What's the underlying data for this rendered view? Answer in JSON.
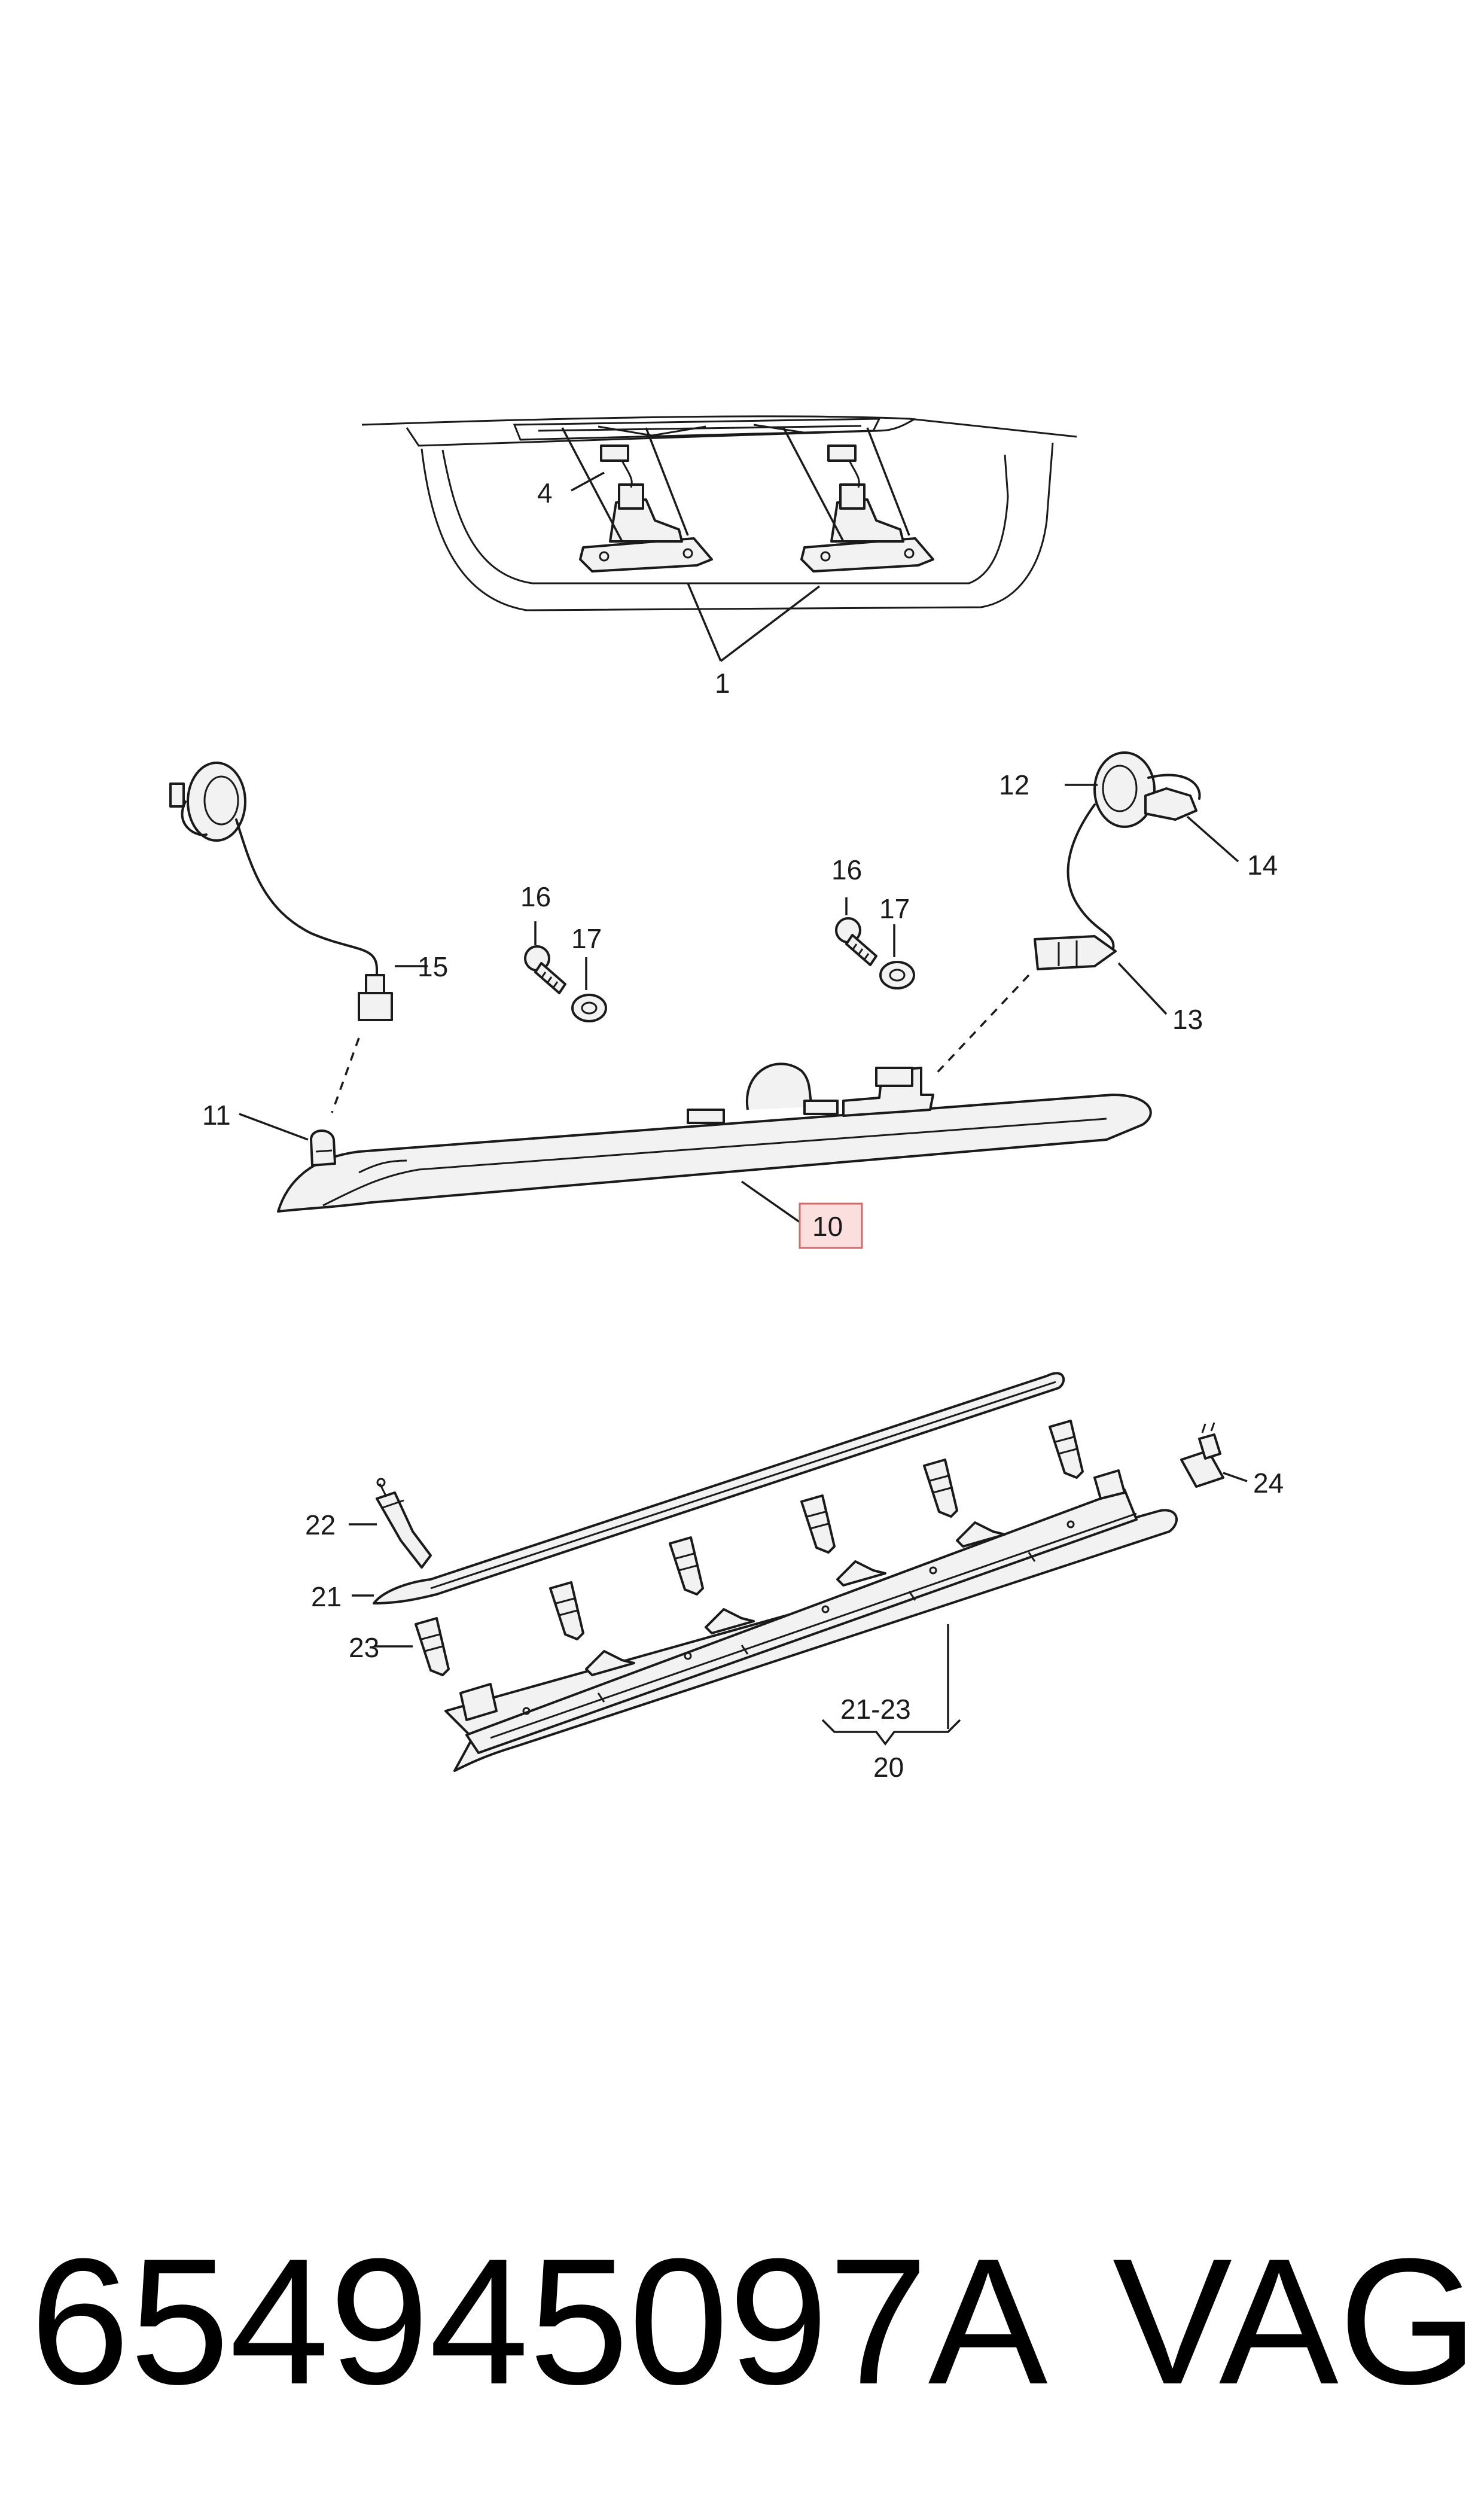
{
  "callouts": {
    "c1": "1",
    "c4": "4",
    "c10": "10",
    "c11": "11",
    "c12": "12",
    "c13": "13",
    "c14": "14",
    "c15": "15",
    "c16a": "16",
    "c17a": "17",
    "c16b": "16",
    "c17b": "17",
    "c20": "20",
    "c21_23": "21-23",
    "c21": "21",
    "c22": "22",
    "c23": "23",
    "c24": "24"
  },
  "highlight_color": "#fbdede",
  "footer": {
    "part_number": "654945097A",
    "brand": "VAG"
  }
}
